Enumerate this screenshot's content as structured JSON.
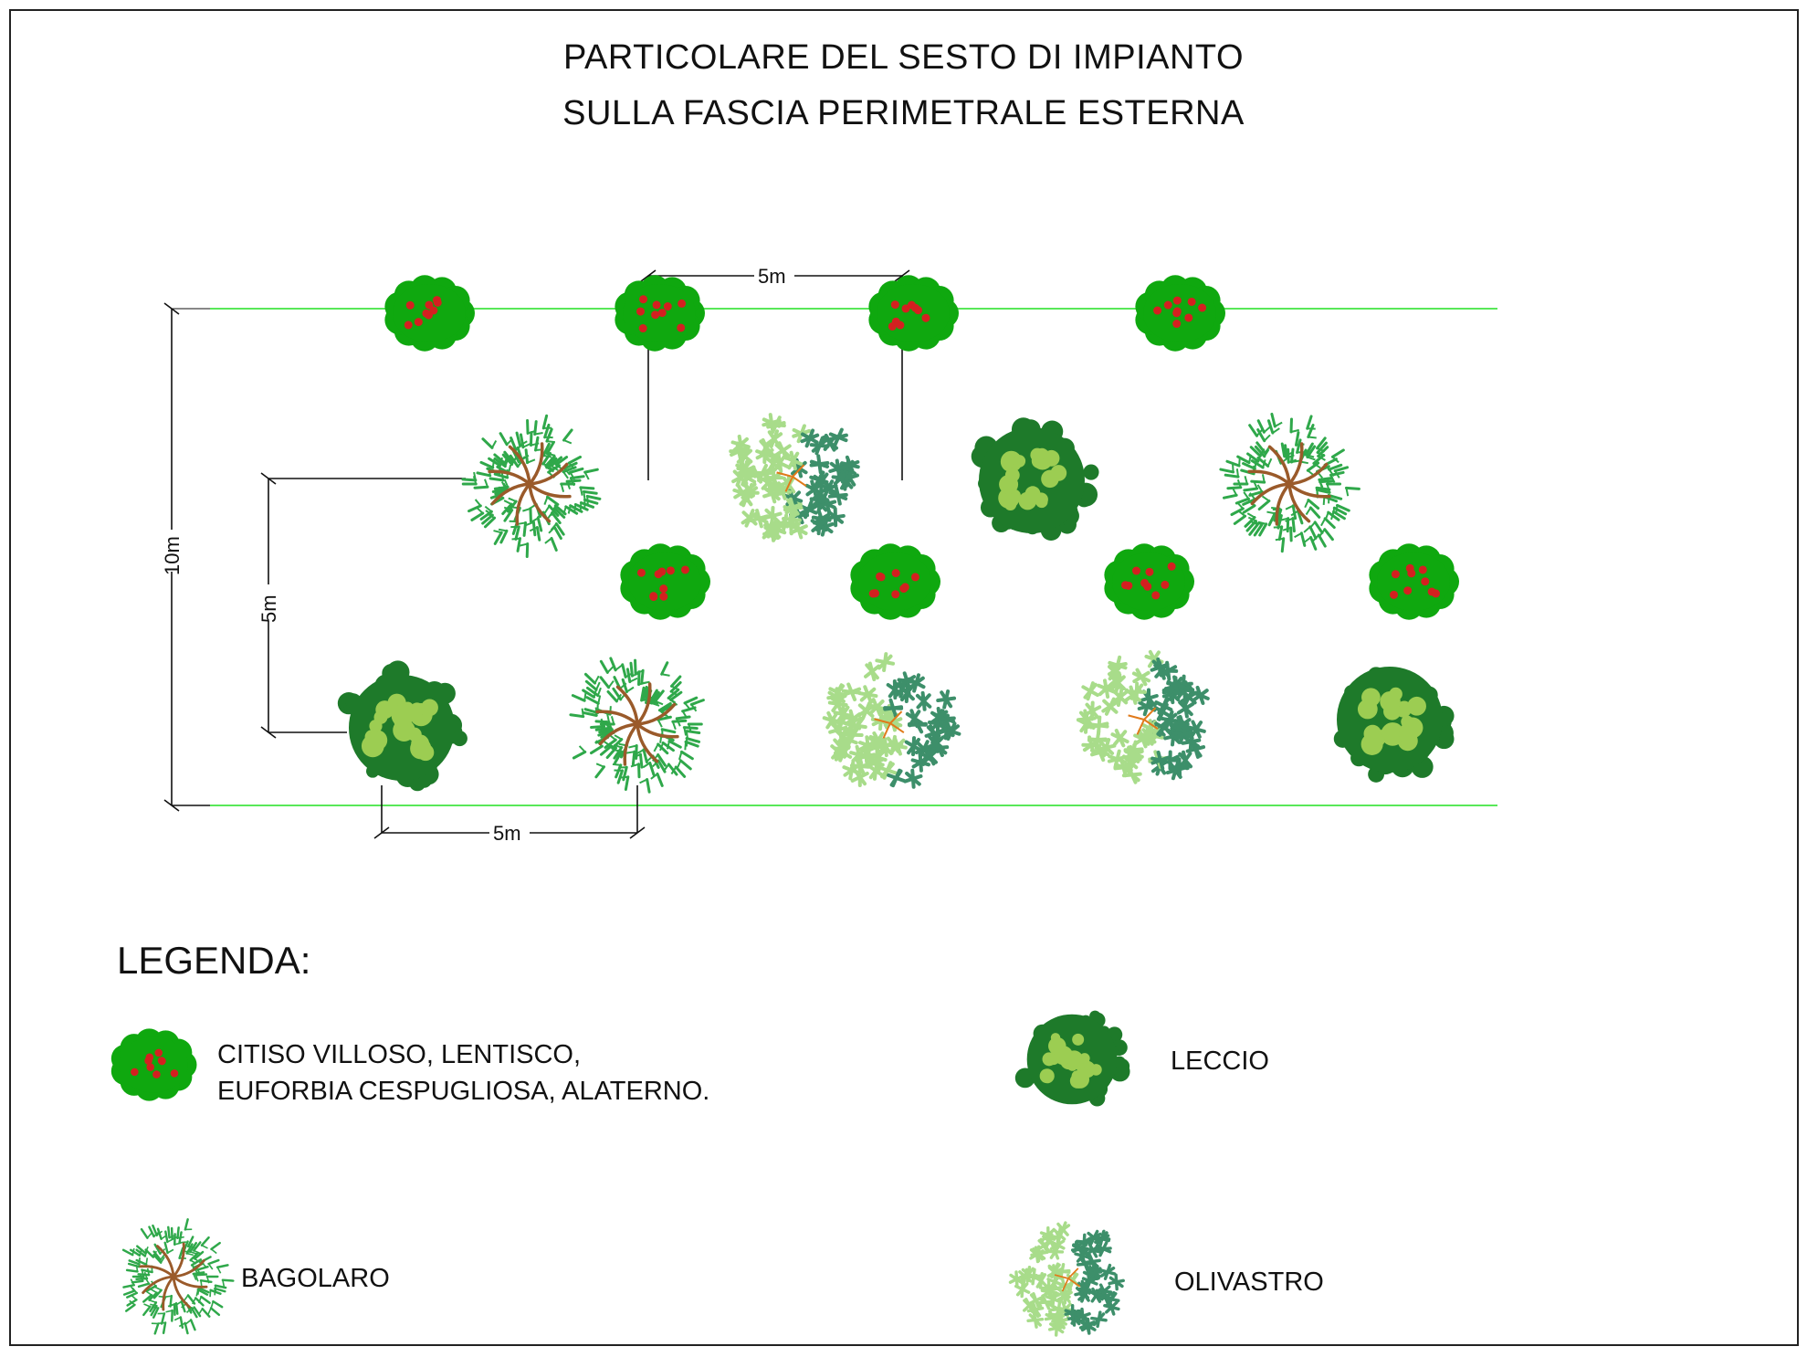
{
  "title": {
    "line1": "PARTICOLARE DEL SESTO DI IMPIANTO",
    "line2": "SULLA FASCIA PERIMETRALE ESTERNA"
  },
  "dimensions": {
    "top_spacing": "5m",
    "bottom_spacing": "5m",
    "row_spacing": "5m",
    "band_width": "10m"
  },
  "legend": {
    "heading": "LEGENDA:",
    "shrubs_line1": "CITISO VILLOSO, LENTISCO,",
    "shrubs_line2": "EUFORBIA CESPUGLIOSA, ALATERNO.",
    "leccio": "LECCIO",
    "bagolaro": "BAGOLARO",
    "olivastro": "OLIVASTRO"
  },
  "colors": {
    "guide_line": "#22e022",
    "shrub_green": "#0fa80f",
    "shrub_berry": "#d42020",
    "bagolaro_green": "#2fa84a",
    "bagolaro_trunk": "#9a5a2a",
    "leccio_dark": "#1e7a2a",
    "leccio_light": "#9ccd52",
    "olivastro_light": "#a8dc8a",
    "olivastro_dark": "#3d8f6a"
  },
  "icons": {
    "shrub": "shrub-icon",
    "bagolaro": "bagolaro-tree-icon",
    "leccio": "leccio-tree-icon",
    "olivastro": "olivastro-tree-icon"
  }
}
